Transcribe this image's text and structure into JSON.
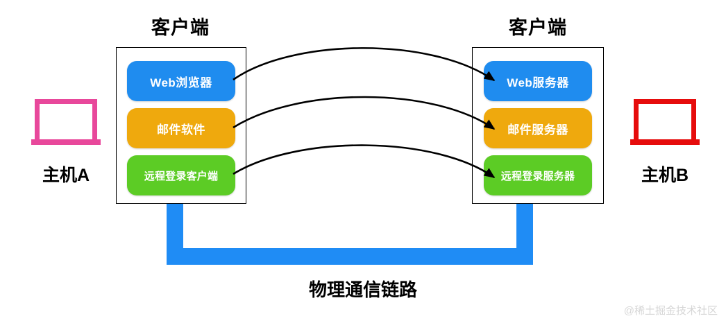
{
  "diagram": {
    "title_left": "客户端",
    "title_right": "客户端",
    "link_label": "物理通信链路",
    "watermark": "@稀土掘金技术社区",
    "colors": {
      "web": "#1f8cef",
      "mail": "#efa90d",
      "remote": "#5ccc25",
      "link": "#1f8cf5",
      "host_a": "#e8489b",
      "host_b": "#e60c0c",
      "box_border": "#000000",
      "arc": "#000000"
    },
    "left_host": {
      "icon": "laptop-icon",
      "label": "主机A",
      "color": "#e8489b"
    },
    "right_host": {
      "icon": "laptop-icon",
      "label": "主机B",
      "color": "#e60c0c"
    },
    "left_box": {
      "apps": [
        {
          "label": "Web浏览器",
          "color": "#1f8cef",
          "size": "lg"
        },
        {
          "label": "邮件软件",
          "color": "#efa90d",
          "size": "lg"
        },
        {
          "label": "远程登录客户端",
          "color": "#5ccc25",
          "size": "sm"
        }
      ]
    },
    "right_box": {
      "apps": [
        {
          "label": "Web服务器",
          "color": "#1f8cef",
          "size": "lg"
        },
        {
          "label": "邮件服务器",
          "color": "#efa90d",
          "size": "lg"
        },
        {
          "label": "远程登录服务器",
          "color": "#5ccc25",
          "size": "sm"
        }
      ]
    },
    "connections": [
      {
        "from": "Web浏览器",
        "to": "Web服务器",
        "style": "arc-arrow"
      },
      {
        "from": "邮件软件",
        "to": "邮件服务器",
        "style": "arc-arrow"
      },
      {
        "from": "远程登录客户端",
        "to": "远程登录服务器",
        "style": "arc-arrow"
      }
    ]
  }
}
